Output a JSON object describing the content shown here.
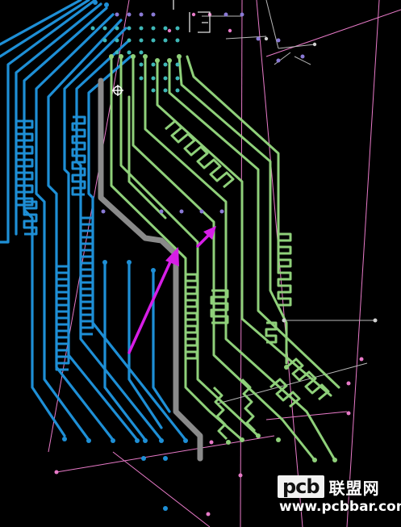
{
  "canvas": {
    "background": "#000000",
    "colors": {
      "blue_traces": "#1e8fd6",
      "green_traces": "#8fd07a",
      "gray_trace": "#8a8a8a",
      "pink_lines": "#e87ac8",
      "magenta_arrows": "#d61ee6",
      "white_ratsnest": "#d0d0d0",
      "via_purple": "#8a7ad6",
      "via_teal": "#3fb8b8"
    },
    "icons": [
      "cursor-crosshair-icon",
      "arrow-annotation-icon"
    ]
  },
  "watermark": {
    "brand_box": "pcb",
    "brand_cn": "联盟网",
    "url": "www.pcbbar.com"
  }
}
